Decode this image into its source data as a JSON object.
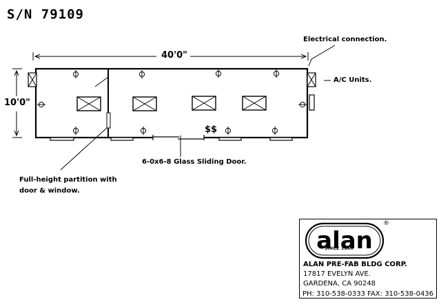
{
  "header": {
    "serial": "S/N 79109"
  },
  "dimensions": {
    "length": "40'0\"",
    "width": "10'0\""
  },
  "labels": {
    "electrical": "Electrical connection.",
    "ac_units": "A/C Units.",
    "sliding_door": "6-0x6-8 Glass Sliding Door.",
    "partition_line1": "Full-height partition with",
    "partition_line2": "door &  window.",
    "cost_mark": "$$"
  },
  "title_block": {
    "logo_text": "alan",
    "logo_since": "SINCE 1966",
    "logo_registered": "®",
    "company": "ALAN PRE-FAB BLDG CORP.",
    "address_line1": "17817 EVELYN AVE.",
    "address_line2": "GARDENA, CA 90248",
    "phone": "PH: 310-538-0333  FAX: 310-538-0436"
  }
}
